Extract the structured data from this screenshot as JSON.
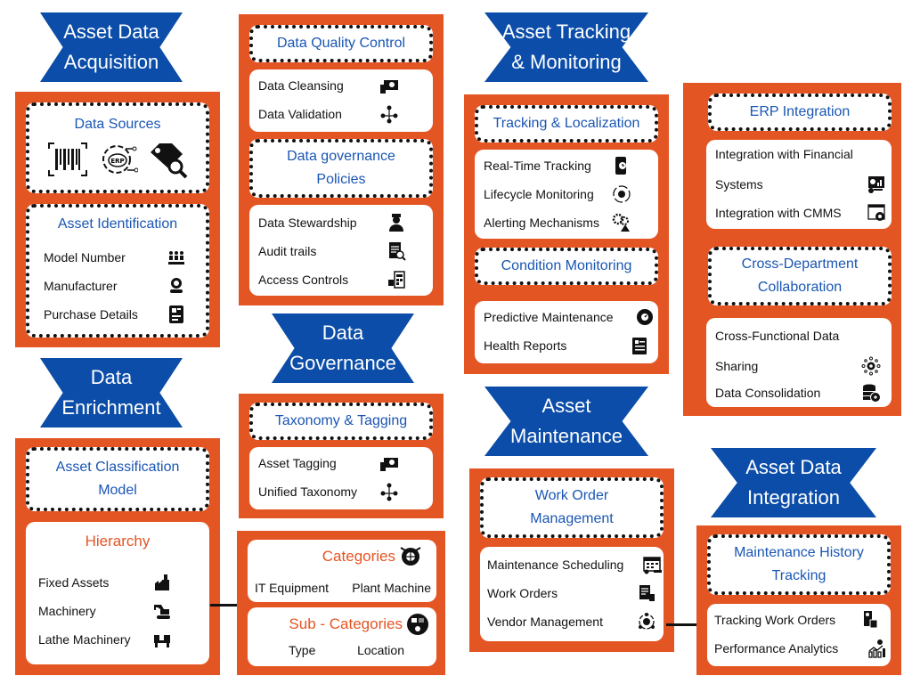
{
  "sections": {
    "acquisition": {
      "title_line1": "Asset Data",
      "title_line2": "Acquisition",
      "data_sources": {
        "title": "Data Sources",
        "icons": [
          "barcode-icon",
          "erp-gear-icon",
          "tag-search-icon"
        ]
      },
      "asset_identification": {
        "title": "Asset Identification",
        "items": [
          {
            "label": "Model Number",
            "icon": "model-number-icon"
          },
          {
            "label": "Manufacturer",
            "icon": "manufacturer-icon"
          },
          {
            "label": "Purchase Details",
            "icon": "purchase-details-icon"
          }
        ]
      }
    },
    "enrichment": {
      "title_line1": "Data",
      "title_line2": "Enrichment",
      "classification": {
        "title_line1": "Asset Classification",
        "title_line2": "Model"
      },
      "hierarchy": {
        "title": "Hierarchy",
        "items": [
          {
            "label": "Fixed Assets",
            "icon": "factory-icon"
          },
          {
            "label": "Machinery",
            "icon": "excavator-icon"
          },
          {
            "label": "Lathe Machinery",
            "icon": "lathe-icon"
          }
        ]
      }
    },
    "quality": {
      "data_quality_control": {
        "title": "Data Quality Control",
        "items": [
          {
            "label": "Data Cleansing",
            "icon": "cleansing-icon"
          },
          {
            "label": "Data Validation",
            "icon": "validation-network-icon"
          }
        ]
      },
      "governance_policies": {
        "title_line1": "Data governance",
        "title_line2": "Policies",
        "items": [
          {
            "label": "Data Stewardship",
            "icon": "steward-icon"
          },
          {
            "label": "Audit trails",
            "icon": "audit-icon"
          },
          {
            "label": "Access Controls",
            "icon": "access-control-icon"
          }
        ]
      }
    },
    "governance": {
      "title_line1": "Data",
      "title_line2": "Governance",
      "taxonomy": {
        "title": "Taxonomy & Tagging",
        "items": [
          {
            "label": "Asset Tagging",
            "icon": "tagging-icon"
          },
          {
            "label": "Unified Taxonomy",
            "icon": "taxonomy-network-icon"
          }
        ]
      },
      "categories": {
        "title": "Categories",
        "items": [
          "IT Equipment",
          "Plant Machine"
        ]
      },
      "sub_categories": {
        "title": "Sub - Categories",
        "items": [
          "Type",
          "Location"
        ]
      }
    },
    "tracking": {
      "title_line1": "Asset Tracking",
      "title_line2": "& Monitoring",
      "localization": {
        "title": "Tracking & Localization",
        "items": [
          {
            "label": "Real-Time Tracking",
            "icon": "phone-timer-icon"
          },
          {
            "label": "Lifecycle Monitoring",
            "icon": "lifecycle-icon"
          },
          {
            "label": "Alerting Mechanisms",
            "icon": "gears-alert-icon"
          }
        ]
      },
      "condition": {
        "title": "Condition Monitoring",
        "items": [
          {
            "label": "Predictive Maintenance",
            "icon": "predictive-gear-icon"
          },
          {
            "label": "Health Reports",
            "icon": "report-icon"
          }
        ]
      }
    },
    "maintenance": {
      "title_line1": "Asset",
      "title_line2": "Maintenance",
      "work_order_mgmt": {
        "title_line1": "Work Order",
        "title_line2": "Management",
        "items": [
          {
            "label": "Maintenance Scheduling",
            "icon": "calendar-wrench-icon"
          },
          {
            "label": "Work Orders",
            "icon": "work-order-icon"
          },
          {
            "label": "Vendor Management",
            "icon": "vendor-icon"
          }
        ]
      }
    },
    "erp": {
      "erp_integration": {
        "title": "ERP Integration",
        "items": [
          {
            "label_line1": "Integration with Financial",
            "label_line2": "Systems",
            "icon": "financial-monitor-icon"
          },
          {
            "label": "Integration with CMMS",
            "icon": "cmms-icon"
          }
        ]
      },
      "collaboration": {
        "title_line1": "Cross-Department",
        "title_line2": "Collaboration",
        "items": [
          {
            "label_line1": "Cross-Functional Data",
            "label_line2": "Sharing",
            "icon": "network-gear-icon"
          },
          {
            "label": "Data Consolidation",
            "icon": "database-icon"
          }
        ]
      }
    },
    "integration": {
      "title_line1": "Asset Data",
      "title_line2": "Integration",
      "history": {
        "title_line1": "Maintenance History",
        "title_line2": "Tracking",
        "items": [
          {
            "label": "Tracking Work Orders",
            "icon": "tracking-orders-icon"
          },
          {
            "label": "Performance Analytics",
            "icon": "analytics-icon"
          }
        ]
      }
    }
  },
  "colors": {
    "banner": "#0b4da8",
    "panel": "#e45524",
    "heading": "#1a56b4",
    "orange_heading": "#e45524"
  }
}
